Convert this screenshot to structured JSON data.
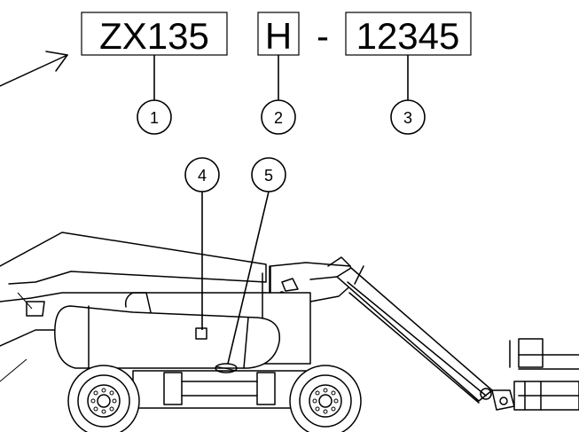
{
  "serial": {
    "model": "ZX135",
    "type": "H",
    "separator": "-",
    "number": "12345"
  },
  "callouts": [
    "1",
    "2",
    "3",
    "4",
    "5"
  ]
}
